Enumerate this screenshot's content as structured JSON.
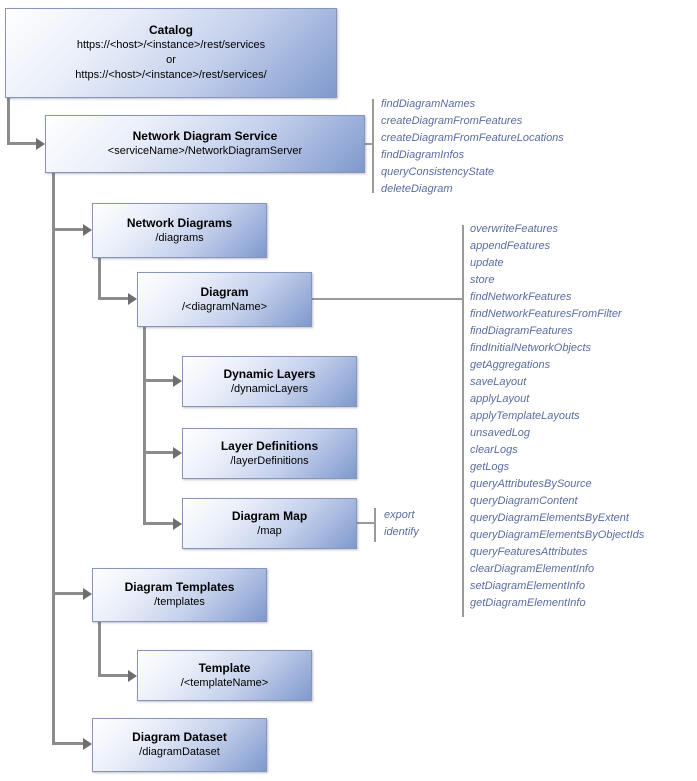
{
  "boxes": {
    "catalog": {
      "title": "Catalog",
      "url_primary": "https://<host>/<instance>/rest/services",
      "or_label": "or",
      "url_alternate": "https://<host>/<instance>/rest/services/"
    },
    "service": {
      "title": "Network Diagram Service",
      "subtitle": "<serviceName>/NetworkDiagramServer"
    },
    "network_diagrams": {
      "title": "Network Diagrams",
      "subtitle": "/diagrams"
    },
    "diagram": {
      "title": "Diagram",
      "subtitle": "/<diagramName>"
    },
    "dynamic_layers": {
      "title": "Dynamic Layers",
      "subtitle": "/dynamicLayers"
    },
    "layer_definitions": {
      "title": "Layer Definitions",
      "subtitle": "/layerDefinitions"
    },
    "diagram_map": {
      "title": "Diagram Map",
      "subtitle": "/map"
    },
    "diagram_templates": {
      "title": "Diagram Templates",
      "subtitle": "/templates"
    },
    "template": {
      "title": "Template",
      "subtitle": "/<templateName>"
    },
    "diagram_dataset": {
      "title": "Diagram Dataset",
      "subtitle": "/diagramDataset"
    }
  },
  "operations": {
    "service": [
      "findDiagramNames",
      "createDiagramFromFeatures",
      "createDiagramFromFeatureLocations",
      "findDiagramInfos",
      "queryConsistencyState",
      "deleteDiagram"
    ],
    "diagram": [
      "overwriteFeatures",
      "appendFeatures",
      "update",
      "store",
      "findNetworkFeatures",
      "findNetworkFeaturesFromFilter",
      "findDiagramFeatures",
      "findInitialNetworkObjects",
      "getAggregations",
      "saveLayout",
      "applyLayout",
      "applyTemplateLayouts",
      "unsavedLog",
      "clearLogs",
      "getLogs",
      "queryAttributesBySource",
      "queryDiagramContent",
      "queryDiagramElementsByExtent",
      "queryDiagramElementsByObjectIds",
      "queryFeaturesAttributes",
      "clearDiagramElementInfo",
      "setDiagramElementInfo",
      "getDiagramElementInfo"
    ],
    "map": [
      "export",
      "identify"
    ]
  },
  "colors": {
    "box-border": "#8894b8",
    "box-grad-light": "#ffffff",
    "box-grad-mid": "#c3cfeb",
    "box-grad-dark": "#7f99cd",
    "connector": "#8c8c8c",
    "bracket": "#9a9a9a",
    "arrow": "#6e6e6e",
    "operation-text": "#5b6ca2",
    "title-text": "#000000"
  }
}
